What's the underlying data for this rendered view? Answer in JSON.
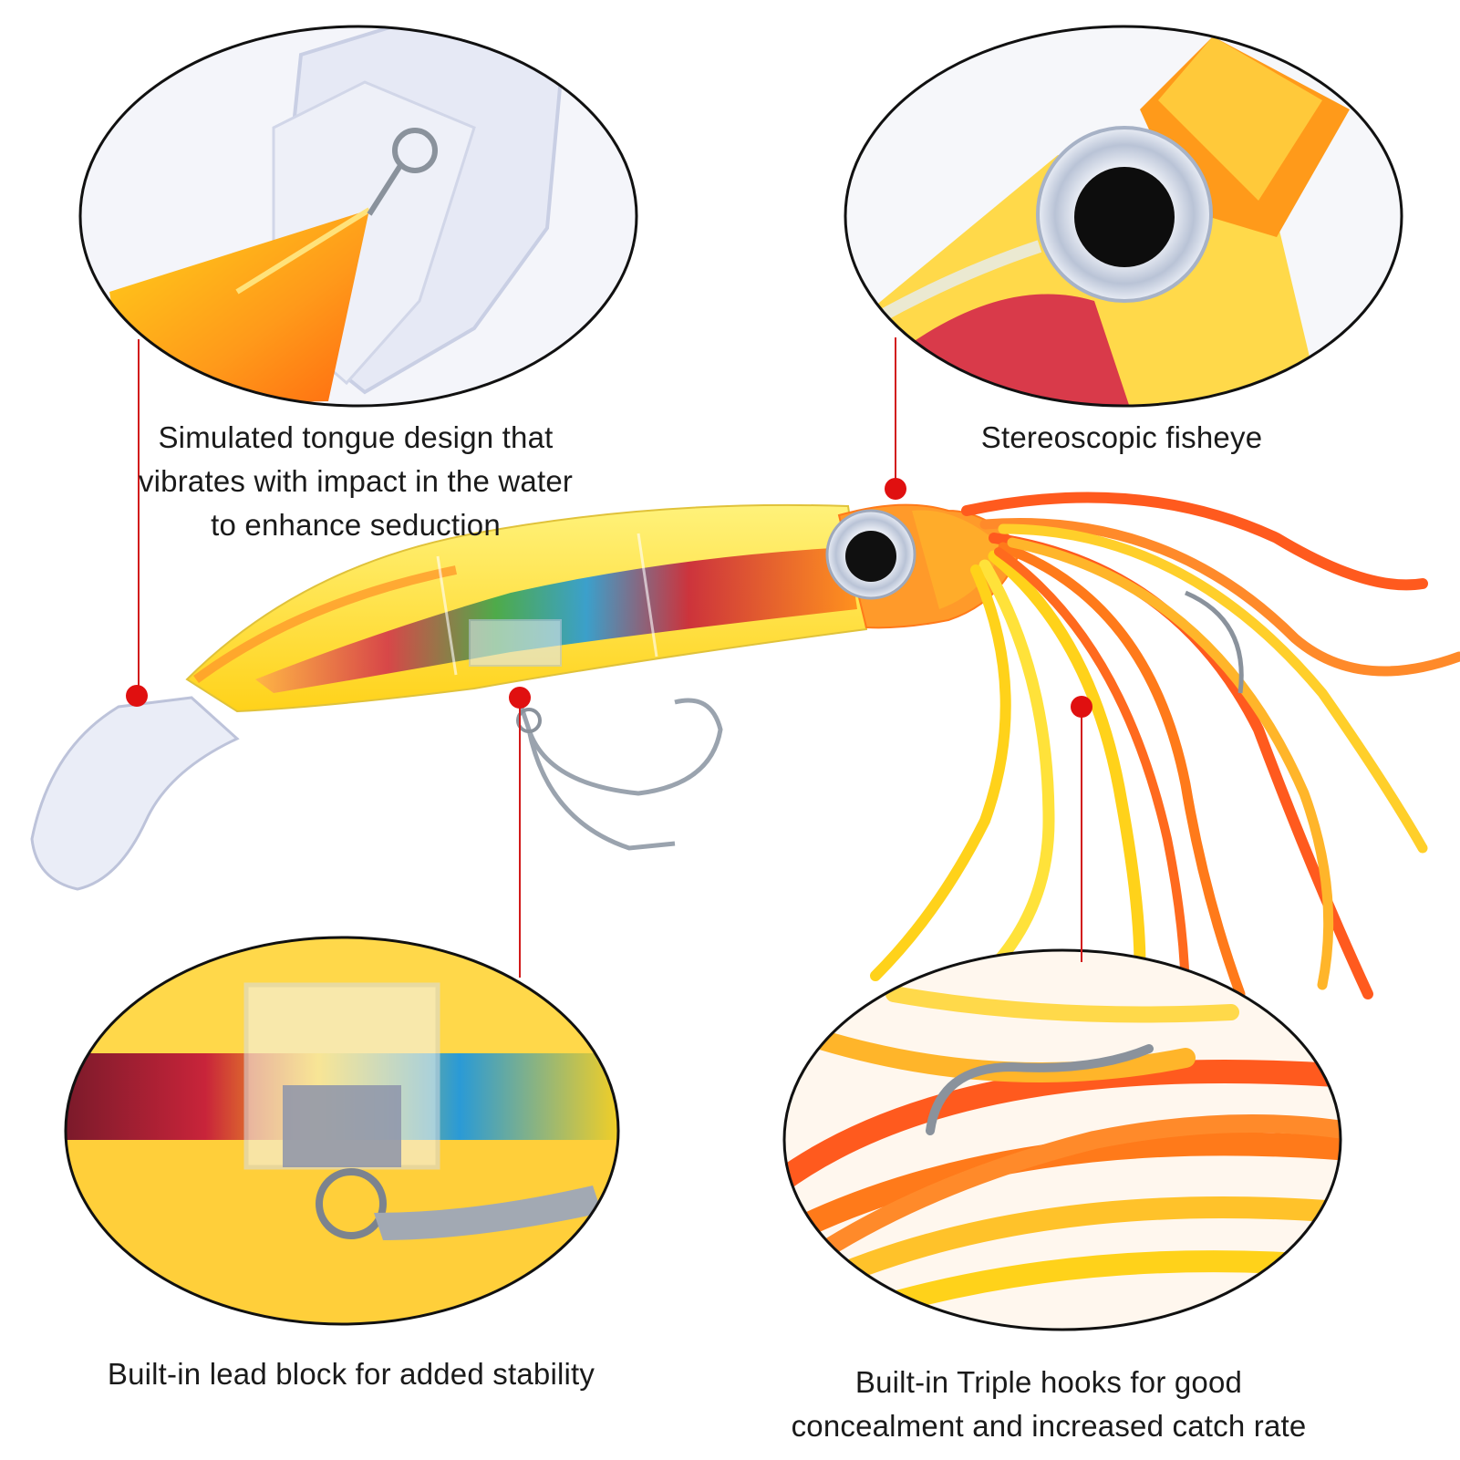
{
  "captions": {
    "tongue": {
      "line1": "Simulated tongue design that",
      "line2": "vibrates with impact in the water",
      "line3": "to enhance seduction"
    },
    "eye": {
      "line1": "Stereoscopic fisheye"
    },
    "lead": {
      "line1": "Built-in lead block for added stability"
    },
    "hooks": {
      "line1": "Built-in Triple hooks for good",
      "line2": "concealment and increased catch rate"
    }
  },
  "colors": {
    "callout_line": "#d21a1a",
    "callout_dot": "#e01010",
    "lens_border": "#111111",
    "lure_yellow": "#ffd21a",
    "lure_orange": "#ff7a1a",
    "lure_red": "#c8243a",
    "lure_blue": "#2a9ad6",
    "skirt_orange": "#ff5a1e"
  }
}
